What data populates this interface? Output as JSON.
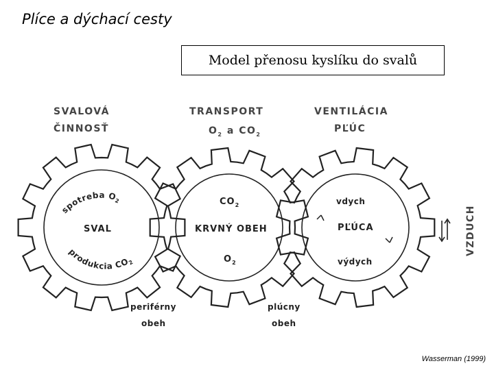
{
  "title": "Plíce a dýchací cesty",
  "model_title": "Model přenosu kyslíku do svalů",
  "headers": {
    "muscle_line1": "SVALOVÁ",
    "muscle_line2": "ČINNOSŤ",
    "transport_line1": "TRANSPORT",
    "transport_o2": "O",
    "transport_sub2a": "2",
    "transport_a": " a ",
    "transport_co2": "CO",
    "transport_sub2b": "2",
    "vent_line1": "VENTILÁCIA",
    "vent_line2": "PĽÚC"
  },
  "gears": {
    "left": {
      "label": "SVAL",
      "top_arc": "spotreba O",
      "top_sub": "2",
      "bottom_arc": "produkcia CO",
      "bottom_sub": "2"
    },
    "middle": {
      "label": "KRVNÝ OBEH",
      "top_co2": "CO",
      "top_sub": "2",
      "bottom_o2": "O",
      "bottom_sub": "2"
    },
    "right": {
      "label": "PĽÚCA",
      "top_arc": "vdych",
      "bottom_arc": "výdych"
    }
  },
  "air_label": "VZDUCH",
  "peripheral": {
    "line1": "periférny",
    "line2": "obeh"
  },
  "pulmonary": {
    "line1": "plúcny",
    "line2": "obeh"
  },
  "credit": "Wasserman (1999)"
}
